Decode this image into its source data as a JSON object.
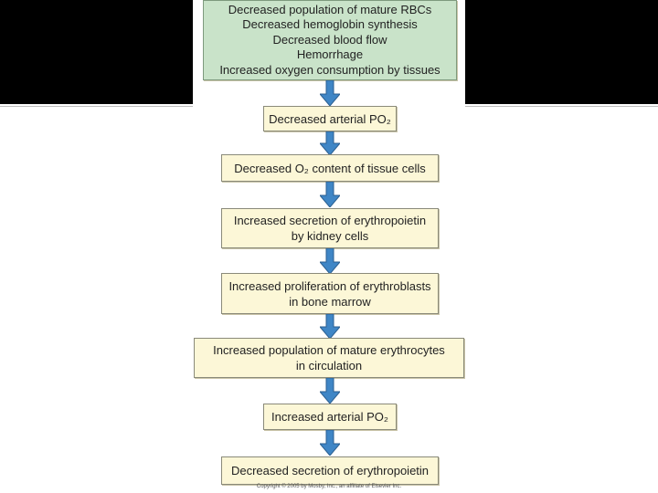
{
  "flowchart": {
    "steps": [
      {
        "lines": [
          "Decreased population of mature RBCs",
          "Decreased hemoglobin synthesis",
          "Decreased blood flow",
          "Hemorrhage",
          "Increased oxygen consumption by tissues"
        ]
      },
      {
        "lines": [
          "Decreased arterial PO₂"
        ]
      },
      {
        "lines": [
          "Decreased O₂ content of tissue cells"
        ]
      },
      {
        "lines": [
          "Increased secretion of erythropoietin",
          "by kidney cells"
        ]
      },
      {
        "lines": [
          "Increased proliferation of erythroblasts",
          "in bone marrow"
        ]
      },
      {
        "lines": [
          "Increased population of mature erythrocytes",
          "in circulation"
        ]
      },
      {
        "lines": [
          "Increased arterial PO₂"
        ]
      },
      {
        "lines": [
          "Decreased secretion of erythropoietin"
        ]
      }
    ],
    "copyright": "Copyright © 2005 by Mosby, Inc., an affiliate of Elsevier Inc."
  },
  "colors": {
    "first_box_fill": "#c9e3c9",
    "box_fill": "#fcf7d7",
    "arrow": "#3f86c6"
  }
}
